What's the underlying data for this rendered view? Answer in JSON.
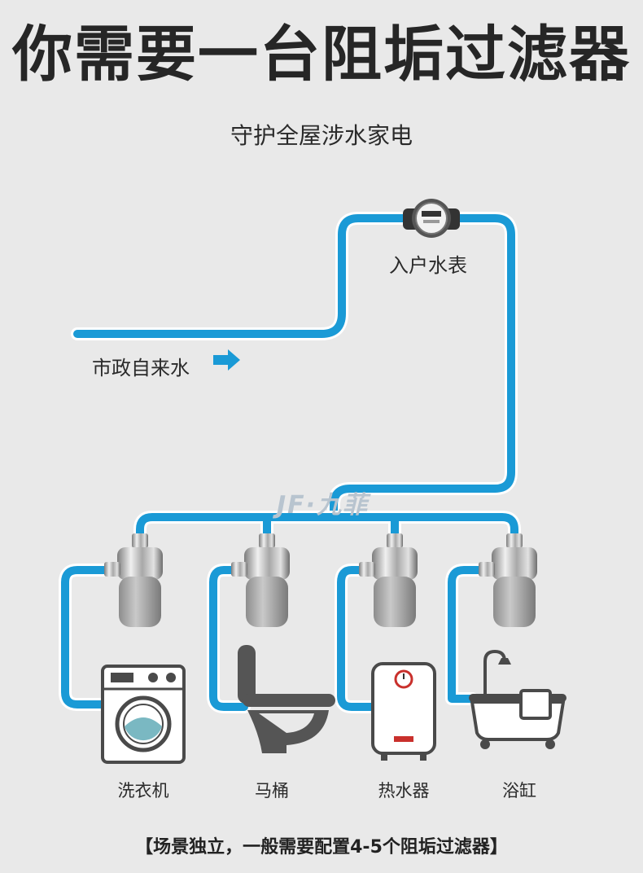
{
  "title": "你需要一台阻垢过滤器",
  "subtitle": "守护全屋涉水家电",
  "meter_label": "入户水表",
  "source_label": "市政自来水",
  "brand": "JF·九菲",
  "devices": [
    {
      "name": "洗衣机",
      "icon": "washing-machine-icon"
    },
    {
      "name": "马桶",
      "icon": "toilet-icon"
    },
    {
      "name": "热水器",
      "icon": "water-heater-icon"
    },
    {
      "name": "浴缸",
      "icon": "bathtub-icon"
    }
  ],
  "footer": "【场景独立，一般需要配置4-5个阻垢过滤器】",
  "colors": {
    "pipe": "#1a9ad6",
    "pipe_outline": "#e9e9e9",
    "background": "#e9e9e9"
  }
}
